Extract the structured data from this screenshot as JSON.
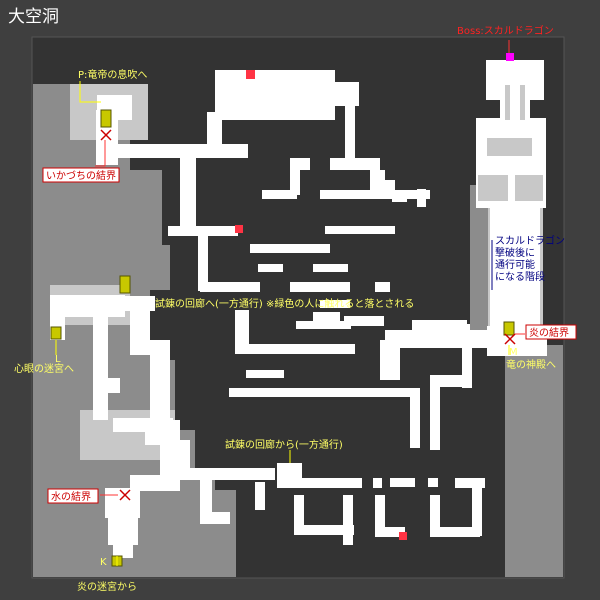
{
  "title": "大空洞",
  "colors": {
    "page_bg": "#3f3f3f",
    "map_bg": "#333333",
    "floor": "#ffffff",
    "wall_gray": "#8c8c8c",
    "inner_gray": "#c8c8c8",
    "exit_marker": "#ff3344",
    "gold_marker": "#c8c800",
    "boss_marker": "#ff00ff",
    "label_yellow": "#ffff66",
    "label_red": "#cc0000",
    "label_blue": "#000080"
  },
  "labels": {
    "boss": "Boss:スカルドラゴン",
    "p_exit": "P:竜帝の息吹へ",
    "ikazuchi": "いかづちの結界",
    "trial_one_way_to": "試錬の回廊へ(一方通行) ※緑色の人に触れると落とされる",
    "l_exit": "L",
    "shingan": "心眼の迷宮へ",
    "skull_note": "スカルドラゴン\n撃破後に\n通行可能\nになる階段",
    "honoo_kekkai": "炎の結界",
    "m_exit": "M",
    "ryuu_shinden": "竜の神殿へ",
    "trial_one_way_from": "試錬の回廊から(一方通行)",
    "mizu_kekkai": "水の結界",
    "k_exit": "K",
    "honoo_meikyu": "炎の迷宮から"
  },
  "icons": {
    "barrier": "cross-mark-icon",
    "exit": "door-marker-icon",
    "stairs": "stairs-marker-icon",
    "boss": "boss-marker-icon"
  }
}
